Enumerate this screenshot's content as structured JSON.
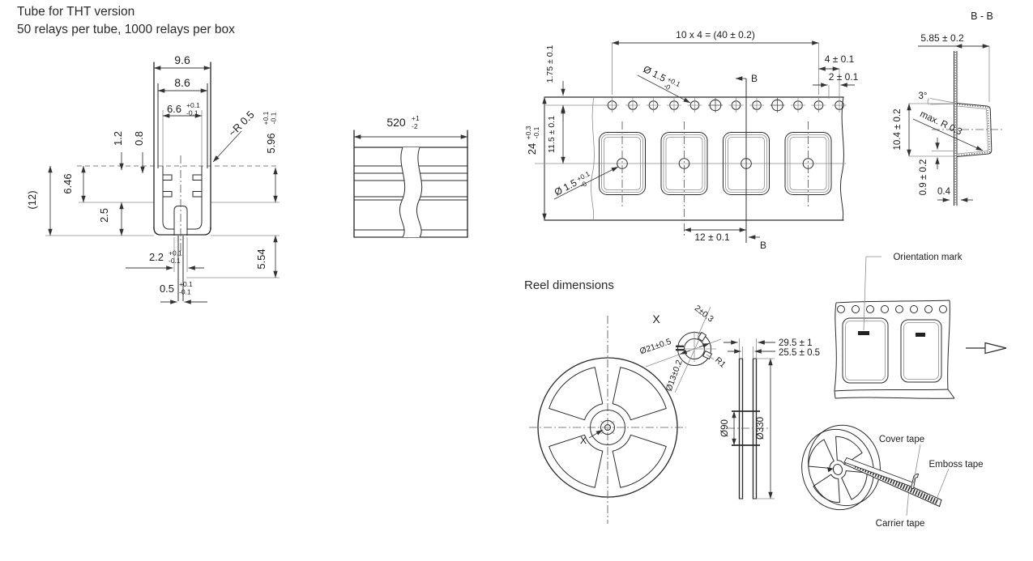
{
  "colors": {
    "line": "#2b2b2b",
    "dim_line": "#3d3d3d",
    "text": "#1c1c1c",
    "background": "#ffffff"
  },
  "header": {
    "title_line1": "Tube for THT version",
    "title_line2": "50 relays per tube, 1000 relays per box"
  },
  "tube_cross_section": {
    "width_outer": "9.6",
    "width_shoulder": "8.6",
    "width_inner": {
      "value": "6.6",
      "tol_plus": "+0.1",
      "tol_minus": "-0.1"
    },
    "corner_radius": "~R 0.5",
    "height_top": {
      "value": "5.96",
      "tol_plus": "+0.1",
      "tol_minus": "-0.1"
    },
    "lip_depth": "1.2",
    "lip_width": "0.8",
    "height_overall": "(12)",
    "height_side": "6.46",
    "height_lower": "2.5",
    "slot_outer": {
      "value": "2.2",
      "tol_plus": "+0.1",
      "tol_minus": "-0.1"
    },
    "slot_inner": {
      "value": "0.5",
      "tol_plus": "+0.1",
      "tol_minus": "-0.1"
    },
    "height_bottom": "5.54"
  },
  "tube_side_view": {
    "length": {
      "value": "520",
      "tol_plus": "+1",
      "tol_minus": "-2"
    }
  },
  "carrier_tape": {
    "pitch_total": "10 x 4 = (40 ± 0.2)",
    "hole_edge_distance": "1.75 ± 0.1",
    "hole_diameter": {
      "value": "Ø 1.5",
      "tol_plus": "+0.1",
      "tol_minus": "-0"
    },
    "tape_width": {
      "value": "24",
      "tol_plus": "+0.3",
      "tol_minus": "-0.1"
    },
    "pocket_center_distance": "11.5 ± 0.1",
    "hole_pitch": "4 ± 0.1",
    "hole_to_pocket": "2 ± 0.1",
    "pocket_pitch": "12 ± 0.1",
    "section_marker": "B"
  },
  "section_bb": {
    "title": "B - B",
    "pocket_depth": "5.85 ± 0.2",
    "draft_angle": "3°",
    "corner_radius": "max. R 0.3",
    "pocket_length": "10.4 ± 0.2",
    "bottom_offset": "0.9 ± 0.2",
    "tape_thickness": "0.4"
  },
  "reel": {
    "heading": "Reel dimensions",
    "detail_label": "X",
    "detail_ref": "X",
    "hub_slot_width": "2±0.3",
    "hub_outer_dia": "Ø21±0.5",
    "hub_inner_dia": "Ø13±0.2",
    "hub_radius": "R1",
    "width_outer": "29.5 ± 1",
    "width_inner": "25.5 ± 0.5",
    "core_dia": "Ø90",
    "flange_dia": "Ø330"
  },
  "tape_detail": {
    "orientation_label": "Orientation mark"
  },
  "reel_3d": {
    "cover_tape": "Cover tape",
    "emboss_tape": "Emboss tape",
    "carrier_tape": "Carrier tape"
  }
}
